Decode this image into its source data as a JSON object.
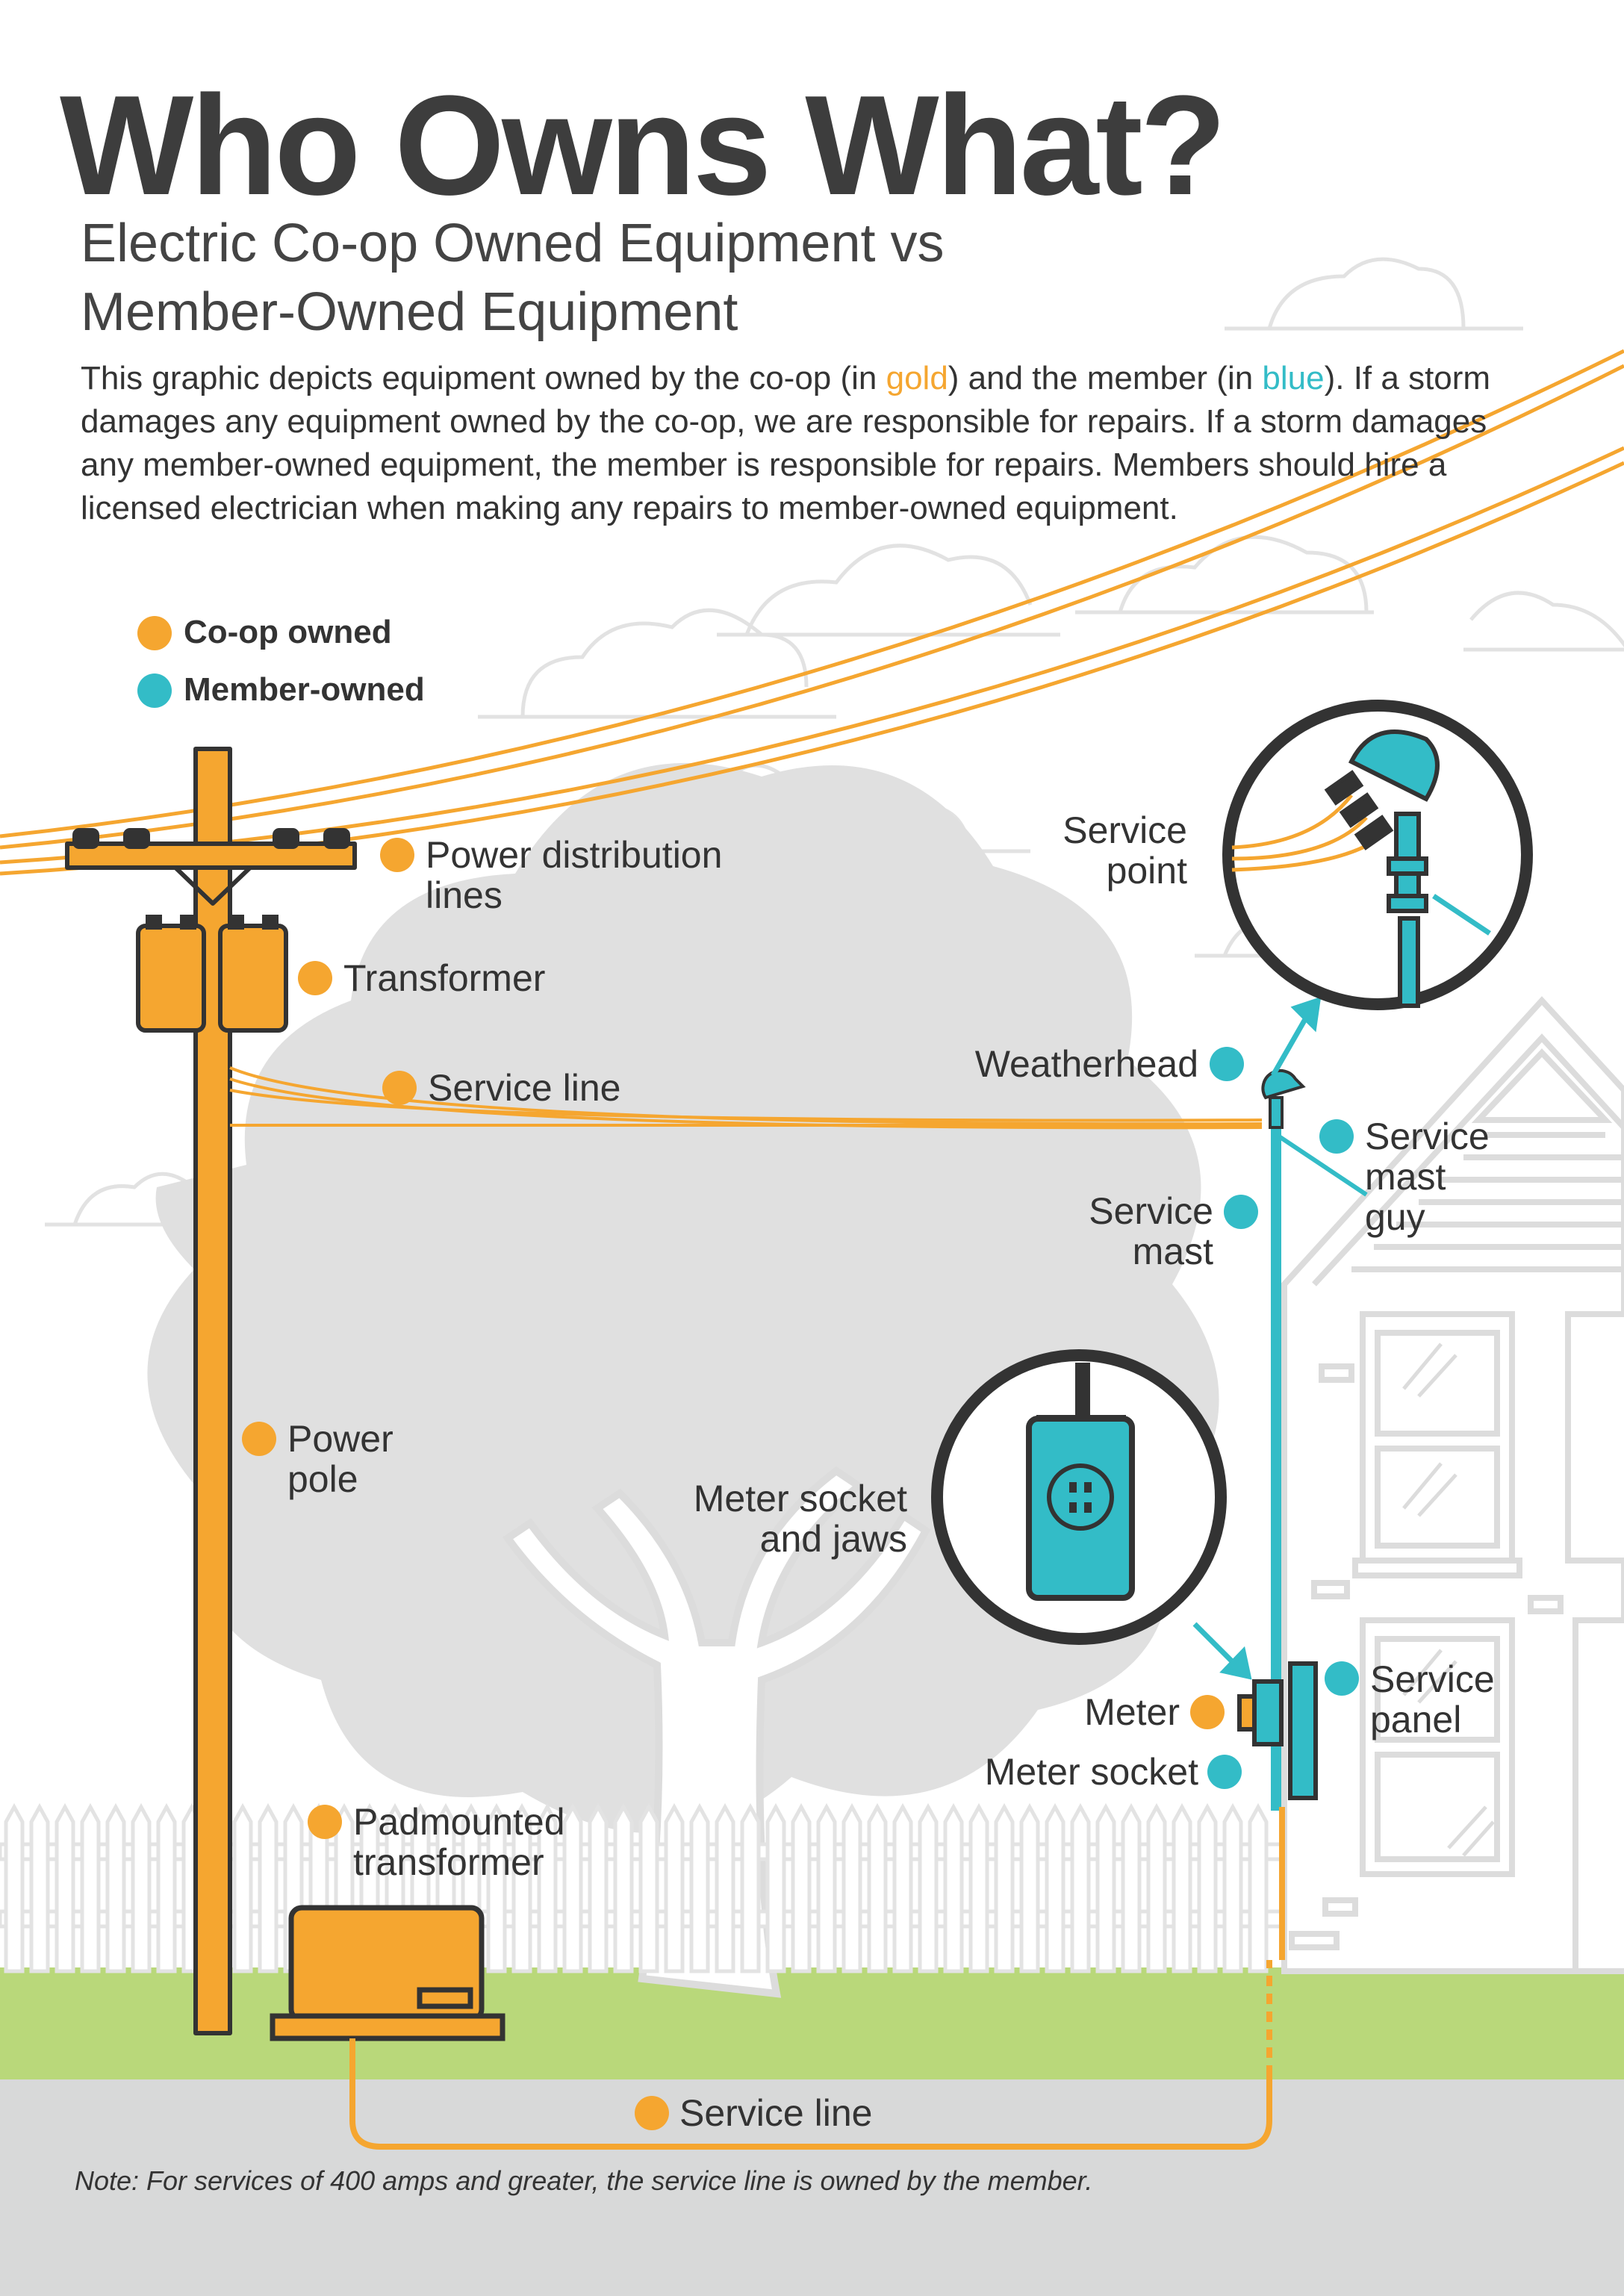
{
  "title": "Who Owns What?",
  "subtitle_line1": "Electric Co-op Owned Equipment vs",
  "subtitle_line2": "Member-Owned Equipment",
  "description": {
    "part1": "This graphic depicts equipment owned by the co-op (in ",
    "gold_word": "gold",
    "part2": ") and the member (in ",
    "blue_word": "blue",
    "part3": "). If a storm damages any equipment owned by the co-op, we are responsible for repairs. If a storm damages any member-owned equipment, the member is responsible for repairs. Members should hire a licensed electrician when making any repairs to member-owned equipment."
  },
  "legend": {
    "coop_label": "Co-op owned",
    "member_label": "Member-owned"
  },
  "colors": {
    "coop": "#f5a630",
    "member": "#33bcc7",
    "outline": "#333333",
    "background_art": "#dedede",
    "grass": "#b9d87a",
    "ground": "#d8d9d9"
  },
  "labels": {
    "power_distribution_lines_1": "Power distribution",
    "power_distribution_lines_2": "lines",
    "transformer": "Transformer",
    "service_line_top": "Service line",
    "power_pole_1": "Power",
    "power_pole_2": "pole",
    "padmounted_1": "Padmounted",
    "padmounted_2": "transformer",
    "service_line_bottom": "Service line",
    "service_point_1": "Service",
    "service_point_2": "point",
    "weatherhead": "Weatherhead",
    "service_mast_guy_1": "Service",
    "service_mast_guy_2": "mast",
    "service_mast_guy_3": "guy",
    "service_mast_1": "Service",
    "service_mast_2": "mast",
    "meter_socket_jaws_1": "Meter socket",
    "meter_socket_jaws_2": "and jaws",
    "meter": "Meter",
    "service_panel_1": "Service",
    "service_panel_2": "panel",
    "meter_socket": "Meter socket"
  },
  "note": "Note: For services of 400 amps and greater, the service line is owned by the member."
}
